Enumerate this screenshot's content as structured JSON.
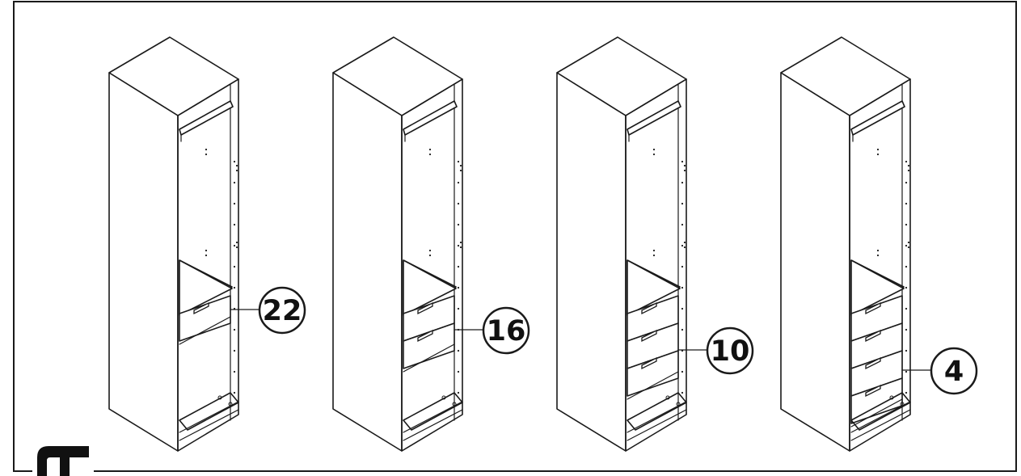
{
  "diagram": {
    "line_color": "#1a1a1a",
    "background": "#ffffff",
    "corner_logo": "corner-bracket-icon",
    "cabinets": [
      {
        "drawers": 1,
        "callout": "22"
      },
      {
        "drawers": 2,
        "callout": "16"
      },
      {
        "drawers": 3,
        "callout": "10"
      },
      {
        "drawers": 4,
        "callout": "4"
      }
    ]
  }
}
